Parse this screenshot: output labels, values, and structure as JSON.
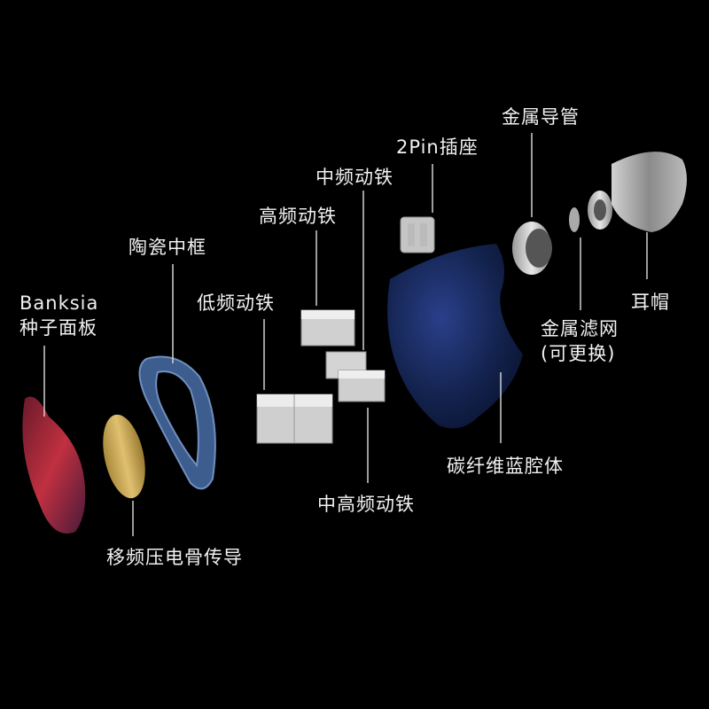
{
  "labels": {
    "metal_tube": "金属导管",
    "pin_socket": "2Pin插座",
    "mid_ba": "中频动铁",
    "high_ba": "高频动铁",
    "ceramic_frame": "陶瓷中框",
    "faceplate_line1": "Banksia",
    "faceplate_line2": "种子面板",
    "low_ba": "低频动铁",
    "ear_tip": "耳帽",
    "filter_line1": "金属滤网",
    "filter_line2": "(可更换)",
    "cavity": "碳纤维蓝腔体",
    "mid_high_ba": "中高频动铁",
    "bone_conduction": "移频压电骨传导"
  },
  "colors": {
    "background": "#000000",
    "leader_line": "#d0d0d0",
    "cavity_blue": "#1c2f6e",
    "frame_blue": "#4a6a9a",
    "faceplate_red": "#a0283a",
    "piezo_gold": "#c8a55a"
  }
}
